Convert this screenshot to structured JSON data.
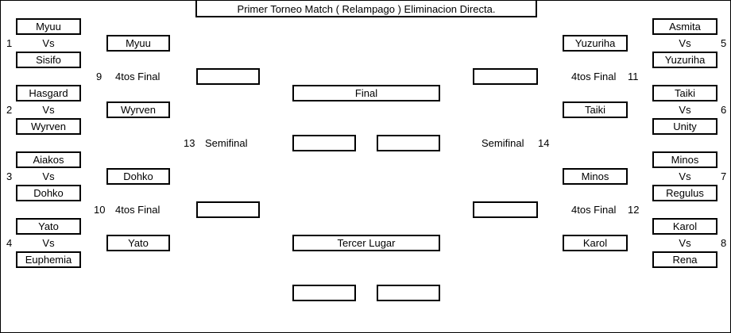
{
  "title": "Primer Torneo Match ( Relampago ) Eliminacion Directa.",
  "left": {
    "match1": {
      "number": "1",
      "top": "Myuu",
      "vs": "Vs",
      "bottom": "Sisifo",
      "winner": "Myuu"
    },
    "match2": {
      "number": "2",
      "top": "Hasgard",
      "vs": "Vs",
      "bottom": "Wyrven",
      "winner": "Wyrven"
    },
    "match3": {
      "number": "3",
      "top": "Aiakos",
      "vs": "Vs",
      "bottom": "Dohko",
      "winner": "Dohko"
    },
    "match4": {
      "number": "4",
      "top": "Yato",
      "vs": "Vs",
      "bottom": "Euphemia",
      "winner": "Yato"
    },
    "qf9": {
      "number": "9",
      "label": "4tos Final",
      "winner": ""
    },
    "qf10": {
      "number": "10",
      "label": "4tos Final",
      "winner": ""
    },
    "sf13": {
      "number": "13",
      "label": "Semifinal",
      "winner": ""
    }
  },
  "right": {
    "match5": {
      "number": "5",
      "top": "Asmita",
      "vs": "Vs",
      "bottom": "Yuzuriha",
      "winner": "Yuzuriha"
    },
    "match6": {
      "number": "6",
      "top": "Taiki",
      "vs": "Vs",
      "bottom": "Unity",
      "winner": "Taiki"
    },
    "match7": {
      "number": "7",
      "top": "Minos",
      "vs": "Vs",
      "bottom": "Regulus",
      "winner": "Minos"
    },
    "match8": {
      "number": "8",
      "top": "Karol",
      "vs": "Vs",
      "bottom": "Rena",
      "winner": "Karol"
    },
    "qf11": {
      "number": "11",
      "label": "4tos Final",
      "winner": ""
    },
    "qf12": {
      "number": "12",
      "label": "4tos Final",
      "winner": ""
    },
    "sf14": {
      "number": "14",
      "label": "Semifinal",
      "winner": ""
    }
  },
  "center": {
    "final_label": "Final",
    "final_left": "",
    "final_right": "",
    "third_label": "Tercer Lugar",
    "third_left": "",
    "third_right": ""
  }
}
